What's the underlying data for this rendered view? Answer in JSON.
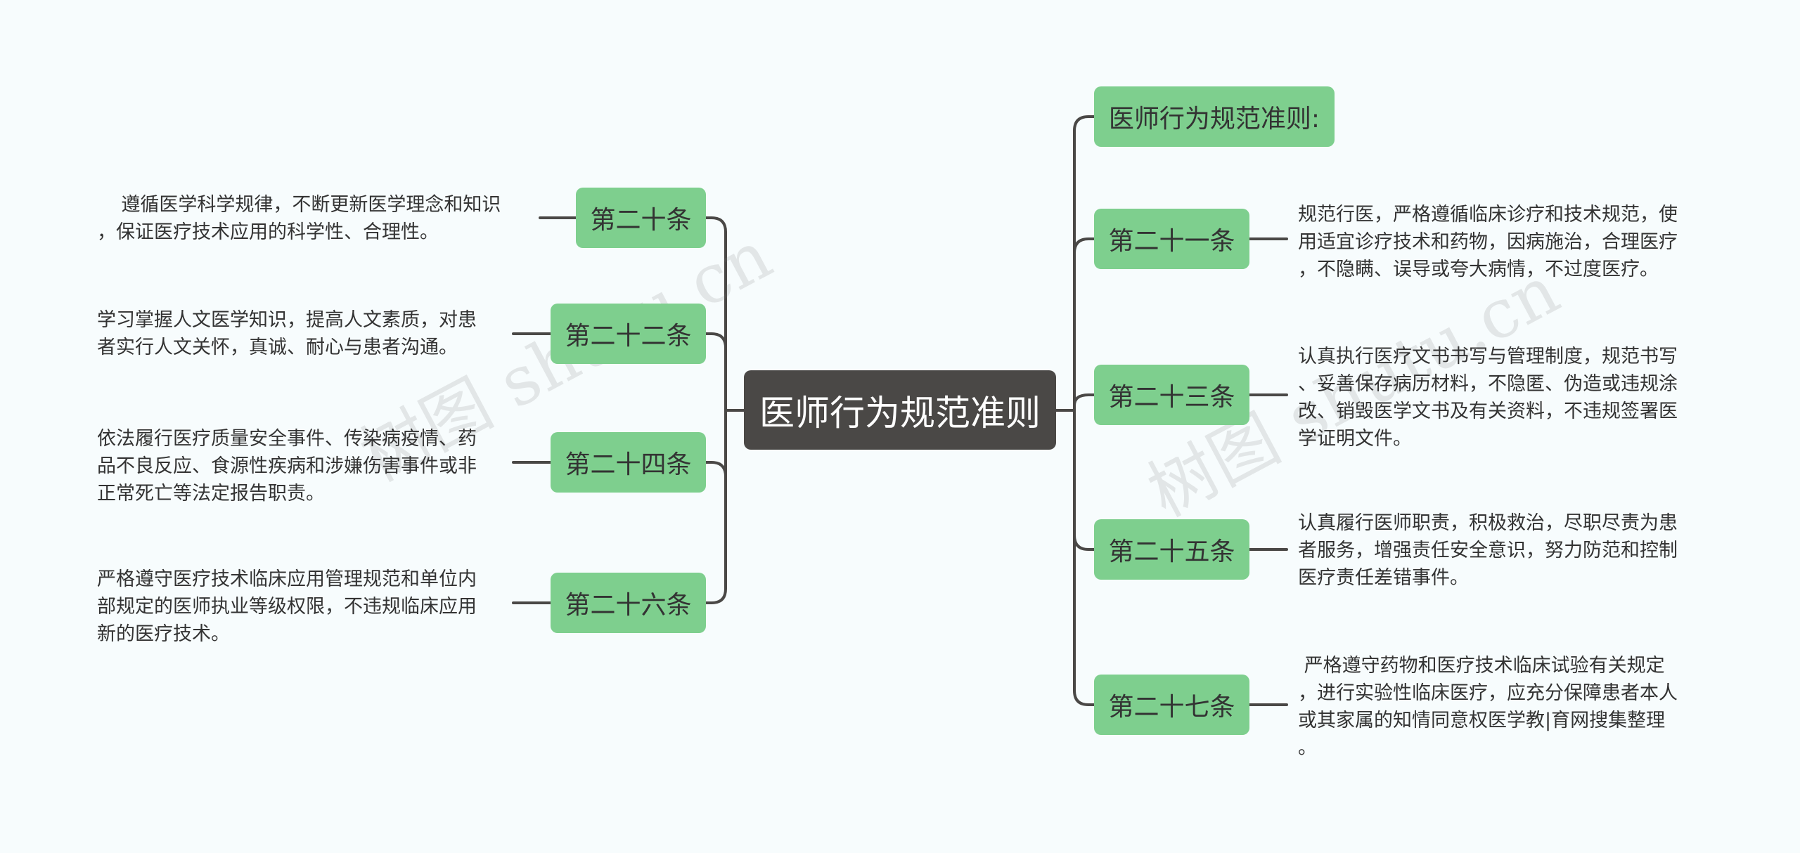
{
  "root": {
    "label": "医师行为规范准则"
  },
  "header_node": {
    "label": "医师行为规范准则:"
  },
  "left": [
    {
      "label": "第二十条",
      "text": "    遵循医学科学规律，不断更新医学理念和知识\n，保证医疗技术应用的科学性、合理性。"
    },
    {
      "label": "第二十二条",
      "text": "学习掌握人文医学知识，提高人文素质，对患\n者实行人文关怀，真诚、耐心与患者沟通。"
    },
    {
      "label": "第二十四条",
      "text": "依法履行医疗质量安全事件、传染病疫情、药\n品不良反应、食源性疾病和涉嫌伤害事件或非\n正常死亡等法定报告职责。"
    },
    {
      "label": "第二十六条",
      "text": "严格遵守医疗技术临床应用管理规范和单位内\n部规定的医师执业等级权限，不违规临床应用\n新的医疗技术。"
    }
  ],
  "right": [
    {
      "label": "第二十一条",
      "text": "规范行医，严格遵循临床诊疗和技术规范，使\n用适宜诊疗技术和药物，因病施治，合理医疗\n，不隐瞒、误导或夸大病情，不过度医疗。"
    },
    {
      "label": "第二十三条",
      "text": "认真执行医疗文书书写与管理制度，规范书写\n、妥善保存病历材料，不隐匿、伪造或违规涂\n改、销毁医学文书及有关资料，不违规签署医\n学证明文件。"
    },
    {
      "label": "第二十五条",
      "text": "认真履行医师职责，积极救治，尽职尽责为患\n者服务，增强责任安全意识，努力防范和控制\n医疗责任差错事件。"
    },
    {
      "label": "第二十七条",
      "text": " 严格遵守药物和医疗技术临床试验有关规定\n，进行实验性临床医疗，应充分保障患者本人\n或其家属的知情同意权医学教|育网搜集整理\n。"
    }
  ],
  "watermarks": [
    "树图 shutu.cn",
    "树图 shutu.cn"
  ],
  "colors": {
    "root_bg": "#4a4846",
    "node_bg": "#7ecf8e",
    "line": "#4a4846",
    "background": "#f7fcfd"
  }
}
